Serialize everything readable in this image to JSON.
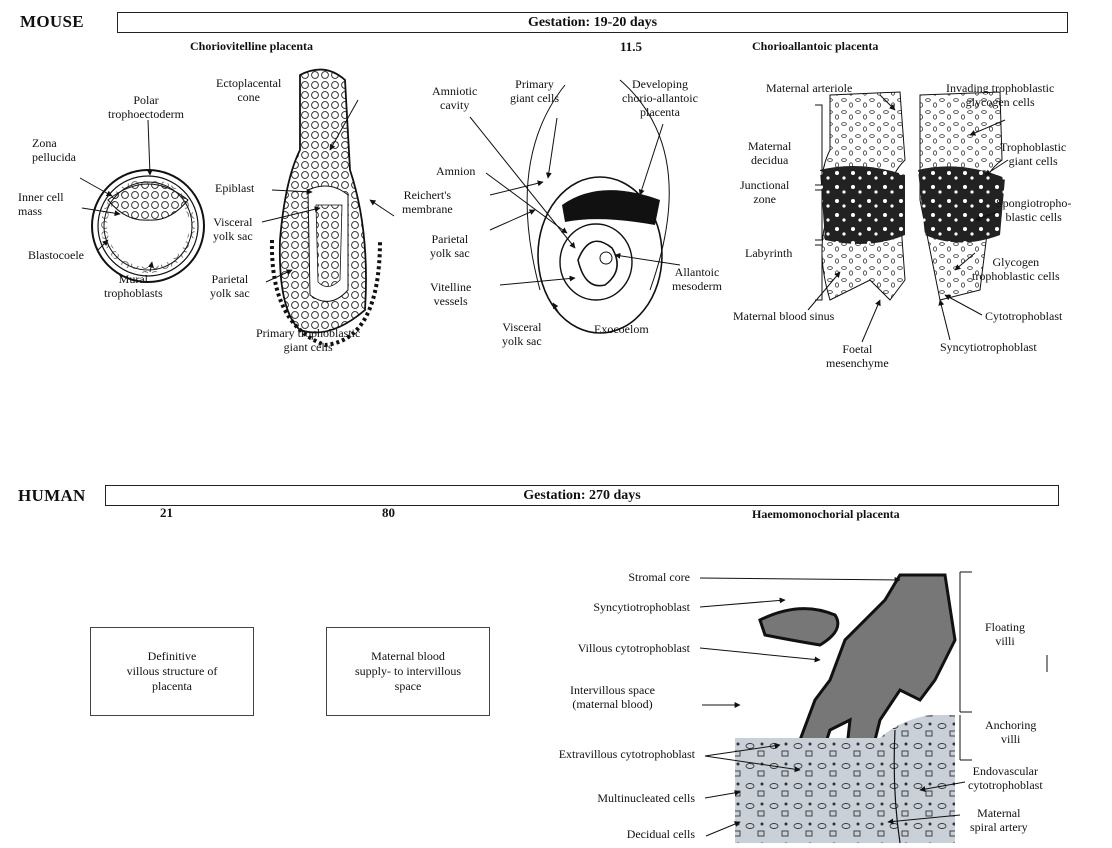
{
  "mouse": {
    "species": "MOUSE",
    "gestation": "Gestation: 19-20 days",
    "choriovitelline": "Choriovitelline placenta",
    "day_label": "11.5",
    "chorioallantoic": "Chorioallantoic placenta",
    "embryo1": {
      "polar": "Polar\ntrophoectoderm",
      "zona": "Zona\npellucida",
      "inner": "Inner cell\nmass",
      "blastocoele": "Blastocoele",
      "mural": "Mural\ntrophoblasts"
    },
    "embryo2": {
      "ectoplacental": "Ectoplacental\ncone",
      "epiblast": "Epiblast",
      "visceral": "Visceral\nyolk sac",
      "parietal": "Parietal\nyolk sac",
      "primary": "Primary trophoblastic\ngiant cells"
    },
    "embryo3": {
      "amniotic": "Amniotic\ncavity",
      "primary_giant": "Primary\ngiant cells",
      "developing": "Developing\nchorio-allantoic\nplacenta",
      "amnion": "Amnion",
      "reichert": "Reichert's\nmembrane",
      "parietal": "Parietal\nyolk sac",
      "vitelline": "Vitelline\nvessels",
      "visceral": "Visceral\nyolk sac",
      "exocoelom": "Exocoelom",
      "allantoic": "Allantoic\nmesoderm"
    },
    "placenta": {
      "arteriole": "Maternal arteriole",
      "decidua": "Maternal\ndecidua",
      "junctional": "Junctional\nzone",
      "labyrinth": "Labyrinth",
      "blood_sinus": "Maternal blood sinus",
      "foetal": "Foetal\nmesenchyme",
      "invading": "Invading trophoblastic\nglycogen cells",
      "trophoblastic_giant": "Trophoblastic\ngiant cells",
      "spongio": "Spongiotropho-\nblastic cells",
      "glycogen": "Glycogen\ntrophoblastic cells",
      "cyto": "Cytotrophoblast",
      "syncytio": "Syncytiotrophoblast"
    }
  },
  "human": {
    "species": "HUMAN",
    "gestation": "Gestation: 270 days",
    "day21": "21",
    "day80": "80",
    "haemo": "Haemomonochorial placenta",
    "box1": "Definitive\nvillous structure of\nplacenta",
    "box2": "Maternal blood\nsupply- to intervillous\nspace",
    "labels": {
      "stromal": "Stromal core",
      "syncytio": "Syncytiotrophoblast",
      "villous_cyto": "Villous cytotrophoblast",
      "intervillous": "Intervillous space\n(maternal blood)",
      "extravillous": "Extravillous cytotrophoblast",
      "multinucleated": "Multinucleated cells",
      "decidual": "Decidual cells",
      "floating": "Floating\nvilli",
      "anchoring": "Anchoring\nvilli",
      "endovascular": "Endovascular\ncytotrophoblast",
      "spiral": "Maternal\nspiral artery"
    }
  }
}
